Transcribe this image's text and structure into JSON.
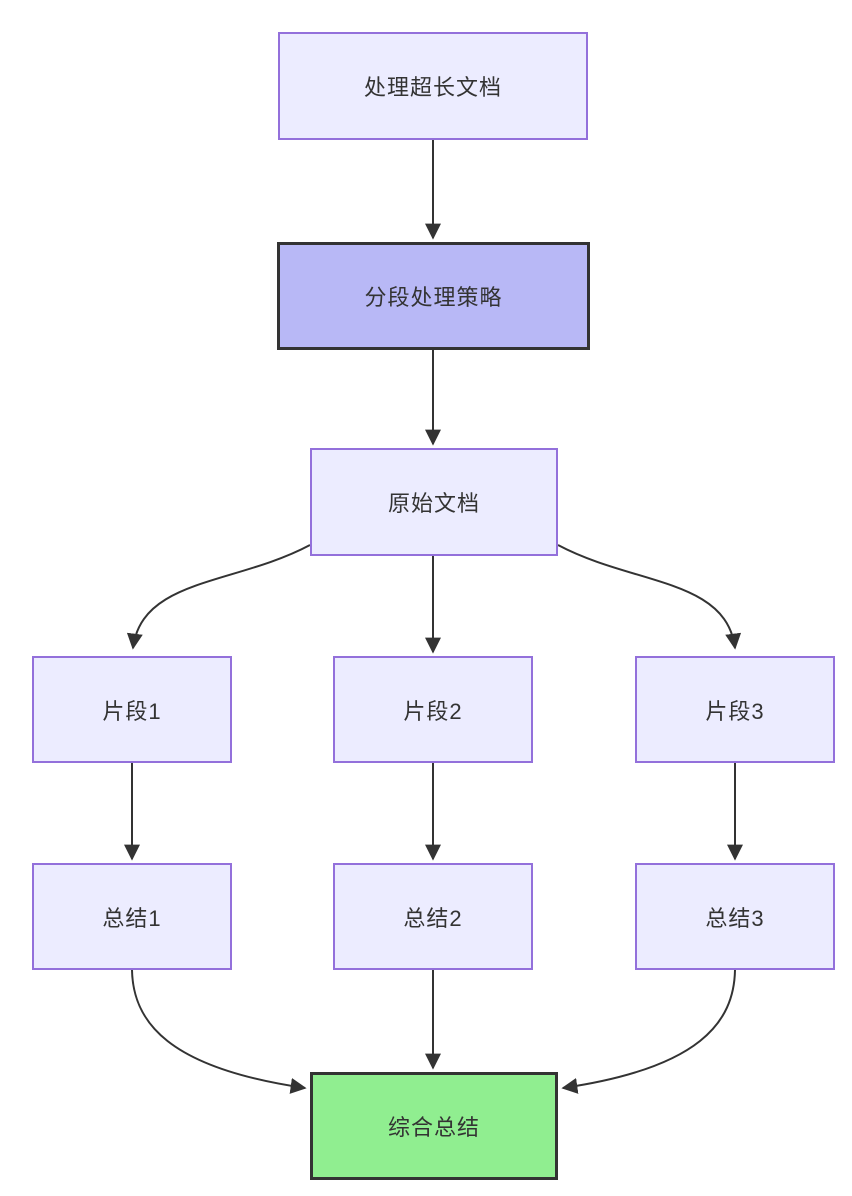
{
  "diagram": {
    "type": "flowchart-top-down",
    "background": "#ffffff",
    "nodes": [
      {
        "id": "start",
        "label": "处理超长文档",
        "style": "default"
      },
      {
        "id": "strategy",
        "label": "分段处理策略",
        "style": "emphasis"
      },
      {
        "id": "source",
        "label": "原始文档",
        "style": "default"
      },
      {
        "id": "fragment-1",
        "label": "片段1",
        "style": "default"
      },
      {
        "id": "fragment-2",
        "label": "片段2",
        "style": "default"
      },
      {
        "id": "fragment-3",
        "label": "片段3",
        "style": "default"
      },
      {
        "id": "summary-1",
        "label": "总结1",
        "style": "default"
      },
      {
        "id": "summary-2",
        "label": "总结2",
        "style": "default"
      },
      {
        "id": "summary-3",
        "label": "总结3",
        "style": "default"
      },
      {
        "id": "final-summary",
        "label": "综合总结",
        "style": "success"
      }
    ],
    "edges": [
      {
        "from": "处理超长文档",
        "to": "分段处理策略"
      },
      {
        "from": "分段处理策略",
        "to": "原始文档"
      },
      {
        "from": "原始文档",
        "to": "片段1"
      },
      {
        "from": "原始文档",
        "to": "片段2"
      },
      {
        "from": "原始文档",
        "to": "片段3"
      },
      {
        "from": "片段1",
        "to": "总结1"
      },
      {
        "from": "片段2",
        "to": "总结2"
      },
      {
        "from": "片段3",
        "to": "总结3"
      },
      {
        "from": "总结1",
        "to": "综合总结"
      },
      {
        "from": "总结2",
        "to": "综合总结"
      },
      {
        "from": "总结3",
        "to": "综合总结"
      }
    ],
    "colors": {
      "node_fill": "#ececff",
      "node_border": "#9370db",
      "emphasis_fill": "#b8b8f6",
      "emphasis_border": "#333333",
      "success_fill": "#90ee90",
      "success_border": "#333333",
      "edge": "#333333",
      "text": "#333333"
    }
  }
}
